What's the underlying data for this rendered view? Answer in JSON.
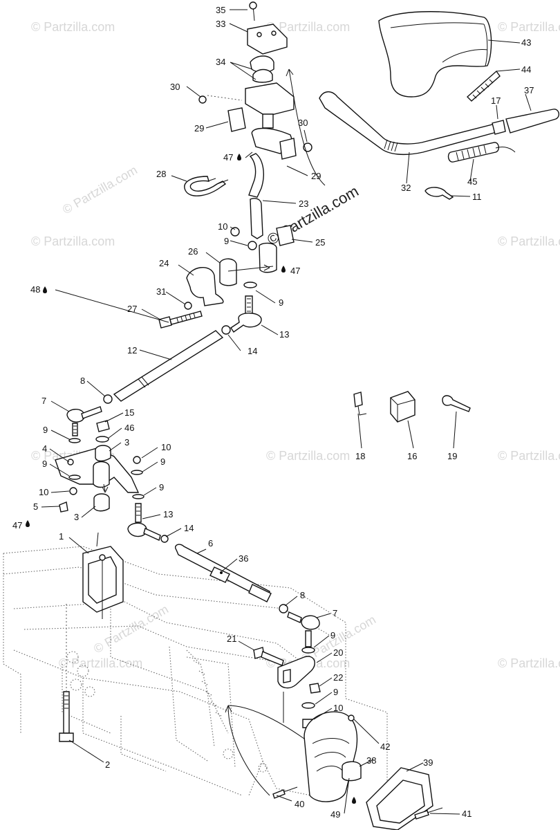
{
  "watermark": {
    "text": "© Partzilla.com",
    "center_text": "© Partzilla.com"
  },
  "labels": [
    "35",
    "33",
    "34",
    "30",
    "29",
    "30",
    "47",
    "29",
    "28",
    "23",
    "10",
    "9",
    "25",
    "47",
    "26",
    "24",
    "48",
    "31",
    "9",
    "27",
    "13",
    "14",
    "12",
    "8",
    "7",
    "15",
    "9",
    "46",
    "3",
    "4",
    "10",
    "9",
    "9",
    "10",
    "9",
    "5",
    "3",
    "47",
    "13",
    "14",
    "1",
    "6",
    "36",
    "8",
    "7",
    "21",
    "9",
    "20",
    "22",
    "9",
    "10",
    "42",
    "2",
    "38",
    "39",
    "40",
    "41",
    "49",
    "43",
    "44",
    "17",
    "37",
    "32",
    "45",
    "11",
    "18",
    "16",
    "19"
  ]
}
